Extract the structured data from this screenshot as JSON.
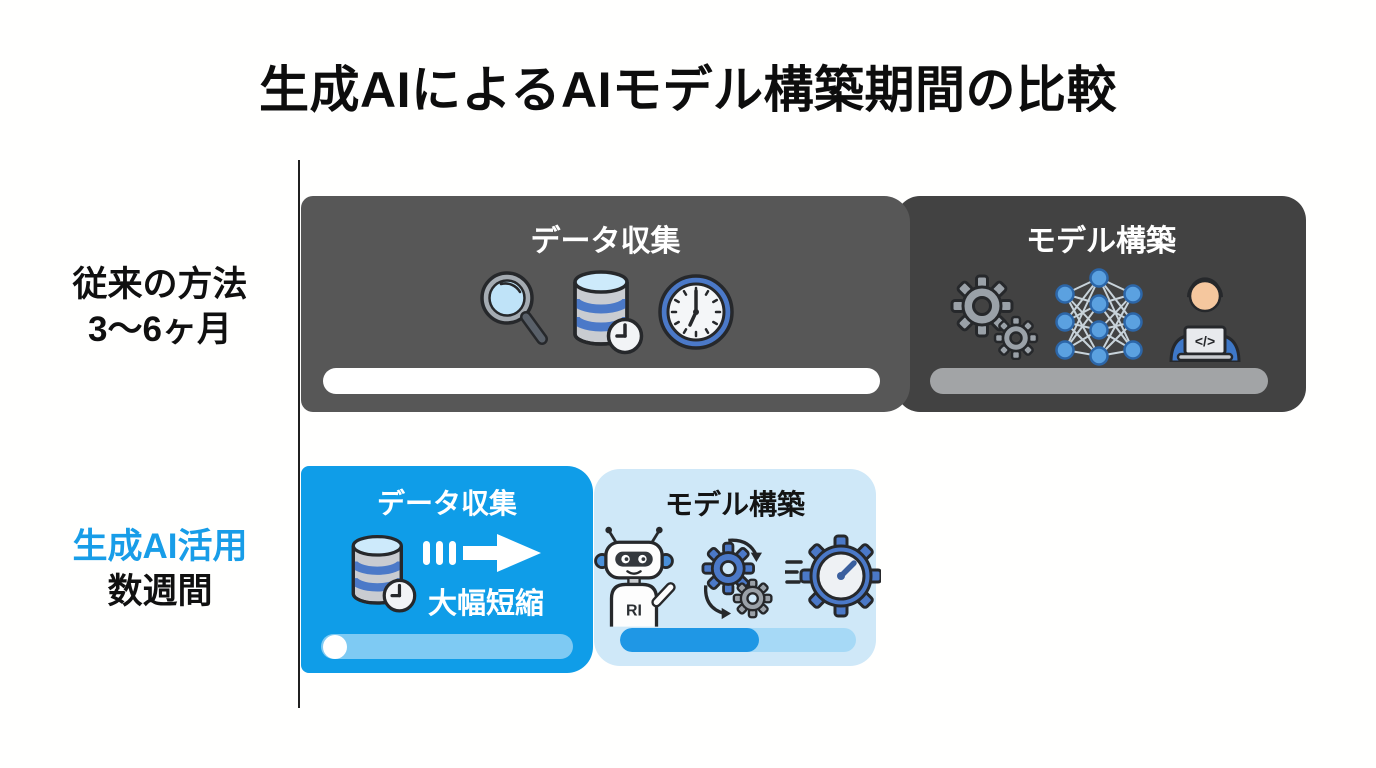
{
  "title": "生成AIによるAIモデル構築期間の比較",
  "traditional": {
    "label_line1": "従来の方法",
    "label_line2": "3〜6ヶ月",
    "data_collection": {
      "label": "データ収集",
      "icons": [
        "magnifier-icon",
        "database-clock-icon",
        "clock-icon"
      ],
      "progress_color": "#FFFFFF"
    },
    "model_building": {
      "label": "モデル構築",
      "icons": [
        "gears-icon",
        "neural-network-icon",
        "developer-icon"
      ],
      "laptop_code": "</>",
      "progress_color": "#A2A4A6"
    }
  },
  "generative": {
    "label_line1": "生成AI活用",
    "label_line2": "数週間",
    "data_collection": {
      "label": "データ収集",
      "note": "大幅短縮",
      "icons": [
        "database-clock-icon",
        "speed-arrow-icon"
      ]
    },
    "model_building": {
      "label": "モデル構築",
      "icons": [
        "robot-icon",
        "gears-sync-icon",
        "speedometer-icon"
      ],
      "robot_text": "RI",
      "progress_percent": 59
    }
  },
  "colors": {
    "traditional_segment1": "#575757",
    "traditional_segment2": "#424242",
    "generative_segment1": "#0F9DE8",
    "generative_segment2": "#CFE8F8",
    "progress_white": "#FFFFFF",
    "progress_gray": "#A2A4A6",
    "progress_track_blue": "#7ECAF3",
    "progress_fill_blue": "#1F97E5",
    "progress_track_light": "#A6D9F6",
    "label_blue_text": "#189DE8",
    "axis_line": "#202020",
    "background": "#FFFFFE"
  }
}
